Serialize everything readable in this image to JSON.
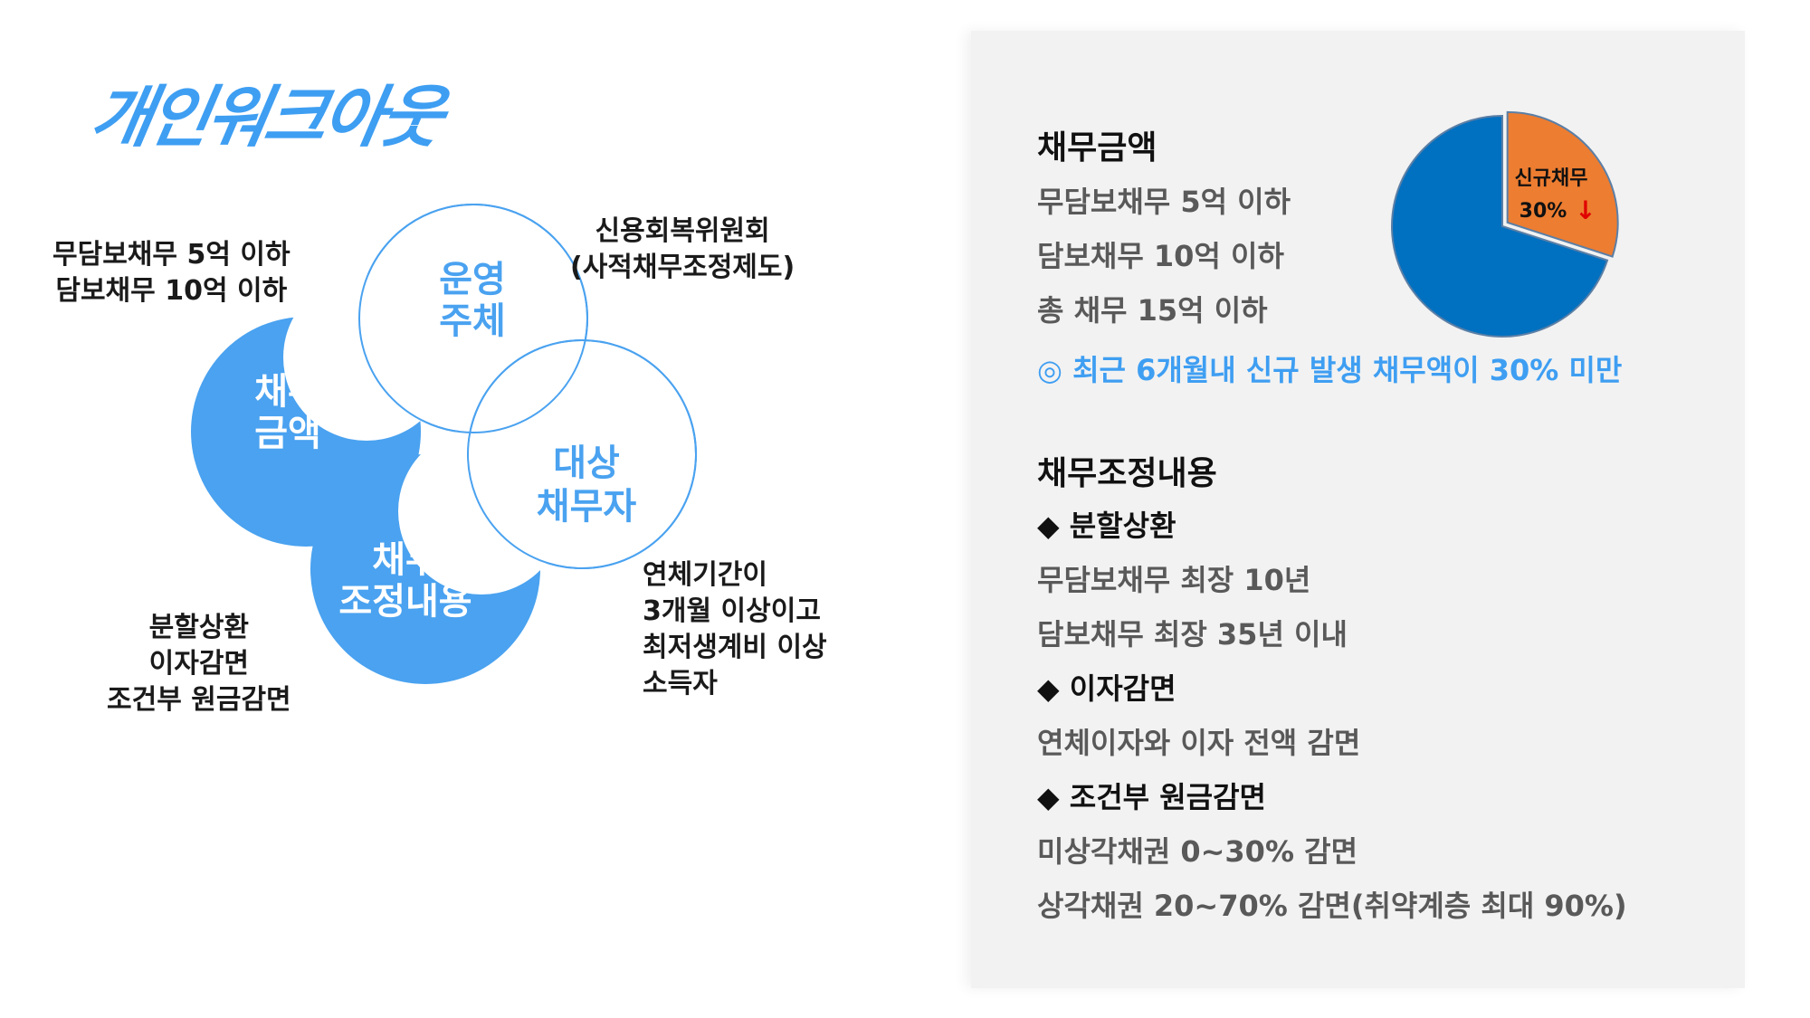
{
  "title": "개인워크아웃",
  "diagram": {
    "circles": {
      "operator": [
        "운영",
        "주체"
      ],
      "amount": [
        "채무",
        "금액"
      ],
      "target": [
        "대상",
        "채무자"
      ],
      "adjust": [
        "채무",
        "조정내용"
      ]
    },
    "annotations": {
      "amount": [
        "무담보채무 5억 이하",
        "담보채무 10억 이하"
      ],
      "operator": [
        "신용회복위원회",
        "(사적채무조정제도)"
      ],
      "adjust": [
        "분할상환",
        "이자감면",
        "조건부 원금감면"
      ],
      "target": [
        "연체기간이",
        "3개월 이상이고",
        "최저생계비 이상",
        "소득자"
      ]
    }
  },
  "panel": {
    "amount_title": "채무금액",
    "amount_lines": [
      "무담보채무 5억 이하",
      "담보채무 10억 이하",
      "총 채무 15억 이하"
    ],
    "amount_note": "◎ 최근 6개월내 신규 발생 채무액이 30% 미만",
    "adjust_title": "채무조정내용",
    "groups": [
      {
        "bullet": "◆ 분할상환",
        "lines": [
          "무담보채무 최장 10년",
          "담보채무 최장 35년 이내"
        ]
      },
      {
        "bullet": "◆ 이자감면",
        "lines": [
          "연체이자와 이자 전액 감면"
        ]
      },
      {
        "bullet": "◆ 조건부 원금감면",
        "lines": [
          "미상각채권 0~30% 감면",
          "상각채권 20~70% 감면(취약계층 최대 90%)"
        ]
      }
    ]
  },
  "chart_data": {
    "type": "pie",
    "slices": [
      {
        "label": "신규채무",
        "value": 30,
        "color": "#ed7d31"
      },
      {
        "label": "",
        "value": 70,
        "color": "#0070c0"
      }
    ],
    "annotations": [
      "신규채무",
      "30%",
      "↓"
    ]
  },
  "colors": {
    "accent": "#3e9ef2",
    "pie_orange": "#ed7d31",
    "pie_blue": "#0070c0",
    "arrow_red": "#e00000"
  }
}
